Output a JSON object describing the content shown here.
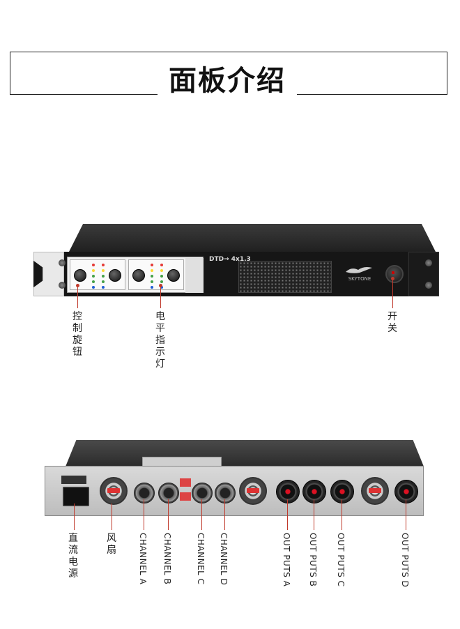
{
  "header": {
    "title": "面板介绍"
  },
  "front_panel": {
    "model_text": "DTD→ 4x1.3",
    "brand_text": "SKYTONE",
    "callouts": {
      "knobs": "控制旋钮",
      "level_leds": "电平指示灯",
      "power_switch": "开关"
    }
  },
  "rear_panel": {
    "callouts": {
      "dc_power": "直流电源",
      "fan": "风扇",
      "channel_a": "CHANNEL A",
      "channel_b": "CHANNEL B",
      "channel_c": "CHANNEL C",
      "channel_d": "CHANNEL D",
      "output_a": "OUT PUTS A",
      "output_b": "OUT PUTS B",
      "output_c": "OUT PUTS C",
      "output_d": "OUT PUTS D"
    }
  },
  "colors": {
    "callout_line": "#c0392b",
    "chassis": "#1a1a1a",
    "led_red": "#e53935",
    "led_yellow": "#fdd835",
    "led_green": "#43a047",
    "led_blue": "#1e5cd6"
  }
}
